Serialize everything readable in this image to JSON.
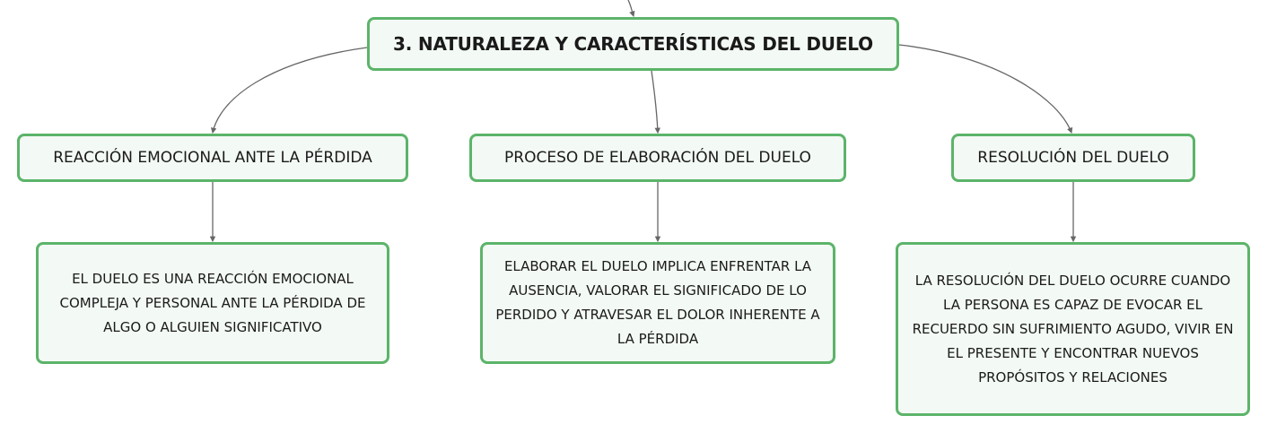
{
  "colors": {
    "border": "#5cb46a",
    "fill": "#f3f9f4",
    "connector": "#666666"
  },
  "main_topic": {
    "label": "3. NATURALEZA Y CARACTERÍSTICAS DEL DUELO"
  },
  "branches": [
    {
      "label": "REACCIÓN EMOCIONAL ANTE LA PÉRDIDA",
      "detail": "EL DUELO ES UNA REACCIÓN EMOCIONAL COMPLEJA Y PERSONAL ANTE LA PÉRDIDA DE ALGO O ALGUIEN SIGNIFICATIVO"
    },
    {
      "label": "PROCESO DE ELABORACIÓN DEL DUELO",
      "detail": "ELABORAR EL DUELO IMPLICA ENFRENTAR LA AUSENCIA, VALORAR EL SIGNIFICADO DE LO PERDIDO Y ATRAVESAR EL DOLOR INHERENTE A LA PÉRDIDA"
    },
    {
      "label": "RESOLUCIÓN DEL DUELO",
      "detail": "LA RESOLUCIÓN DEL DUELO OCURRE CUANDO LA PERSONA ES CAPAZ DE EVOCAR EL RECUERDO SIN SUFRIMIENTO AGUDO, VIVIR EN EL PRESENTE Y ENCONTRAR NUEVOS PROPÓSITOS Y RELACIONES"
    }
  ]
}
